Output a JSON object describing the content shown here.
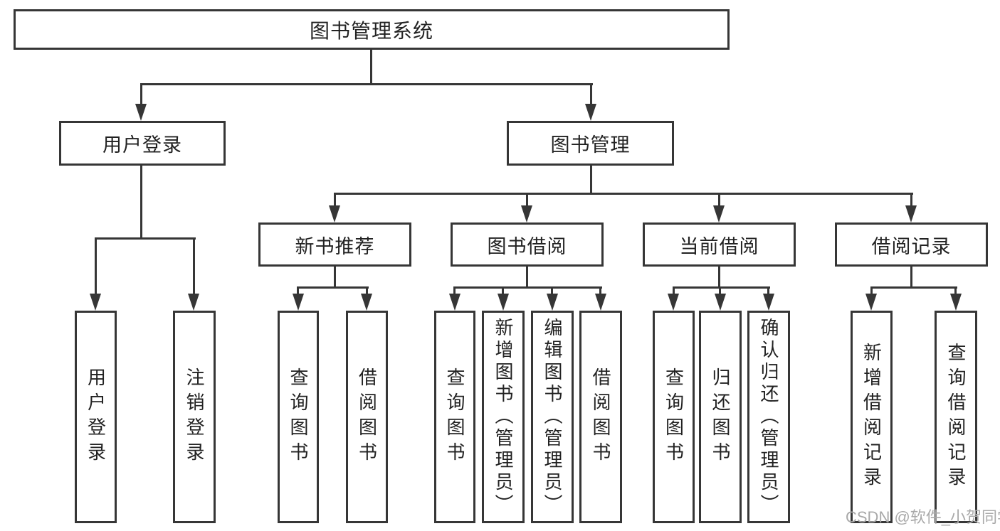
{
  "diagram": {
    "title": "图书管理系统",
    "branches": {
      "user_login": {
        "label": "用户登录",
        "children": [
          {
            "label": "用户登录"
          },
          {
            "label": "注销登录"
          }
        ]
      },
      "book_management": {
        "label": "图书管理",
        "children": [
          {
            "label": "新书推荐",
            "children": [
              {
                "label": "查询图书"
              },
              {
                "label": "借阅图书"
              }
            ]
          },
          {
            "label": "图书借阅",
            "children": [
              {
                "label": "查询图书"
              },
              {
                "label": "新增图书（管理员）"
              },
              {
                "label": "编辑图书（管理员）"
              },
              {
                "label": "借阅图书"
              }
            ]
          },
          {
            "label": "当前借阅",
            "children": [
              {
                "label": "查询图书"
              },
              {
                "label": "归还图书"
              },
              {
                "label": "确认归还（管理员）"
              }
            ]
          },
          {
            "label": "借阅记录",
            "children": [
              {
                "label": "新增借阅记录"
              },
              {
                "label": "查询借阅记录"
              }
            ]
          }
        ]
      }
    }
  },
  "watermark": {
    "text": "CSDN @软件_小贺同学"
  },
  "colors": {
    "line": "#363636",
    "text": "#222222",
    "background": "#ffffff",
    "watermark": "#a9a9a9"
  }
}
